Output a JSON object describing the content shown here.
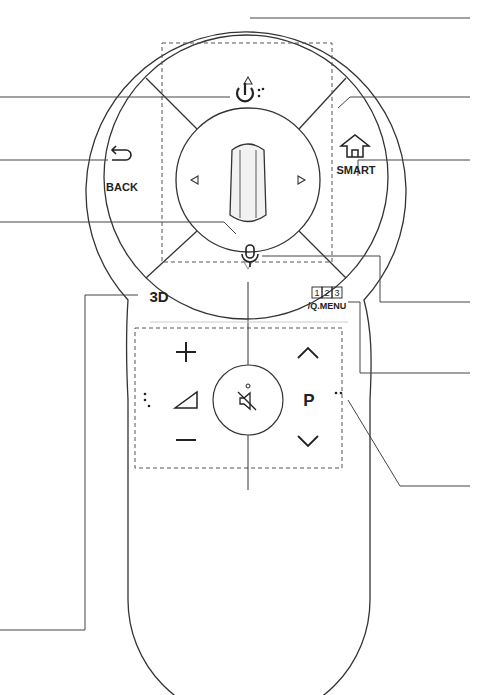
{
  "diagram": {
    "labels": [
      "BACK",
      "SMART",
      "3D",
      "1",
      "2",
      "3",
      "/Q.MENU",
      "P"
    ]
  }
}
